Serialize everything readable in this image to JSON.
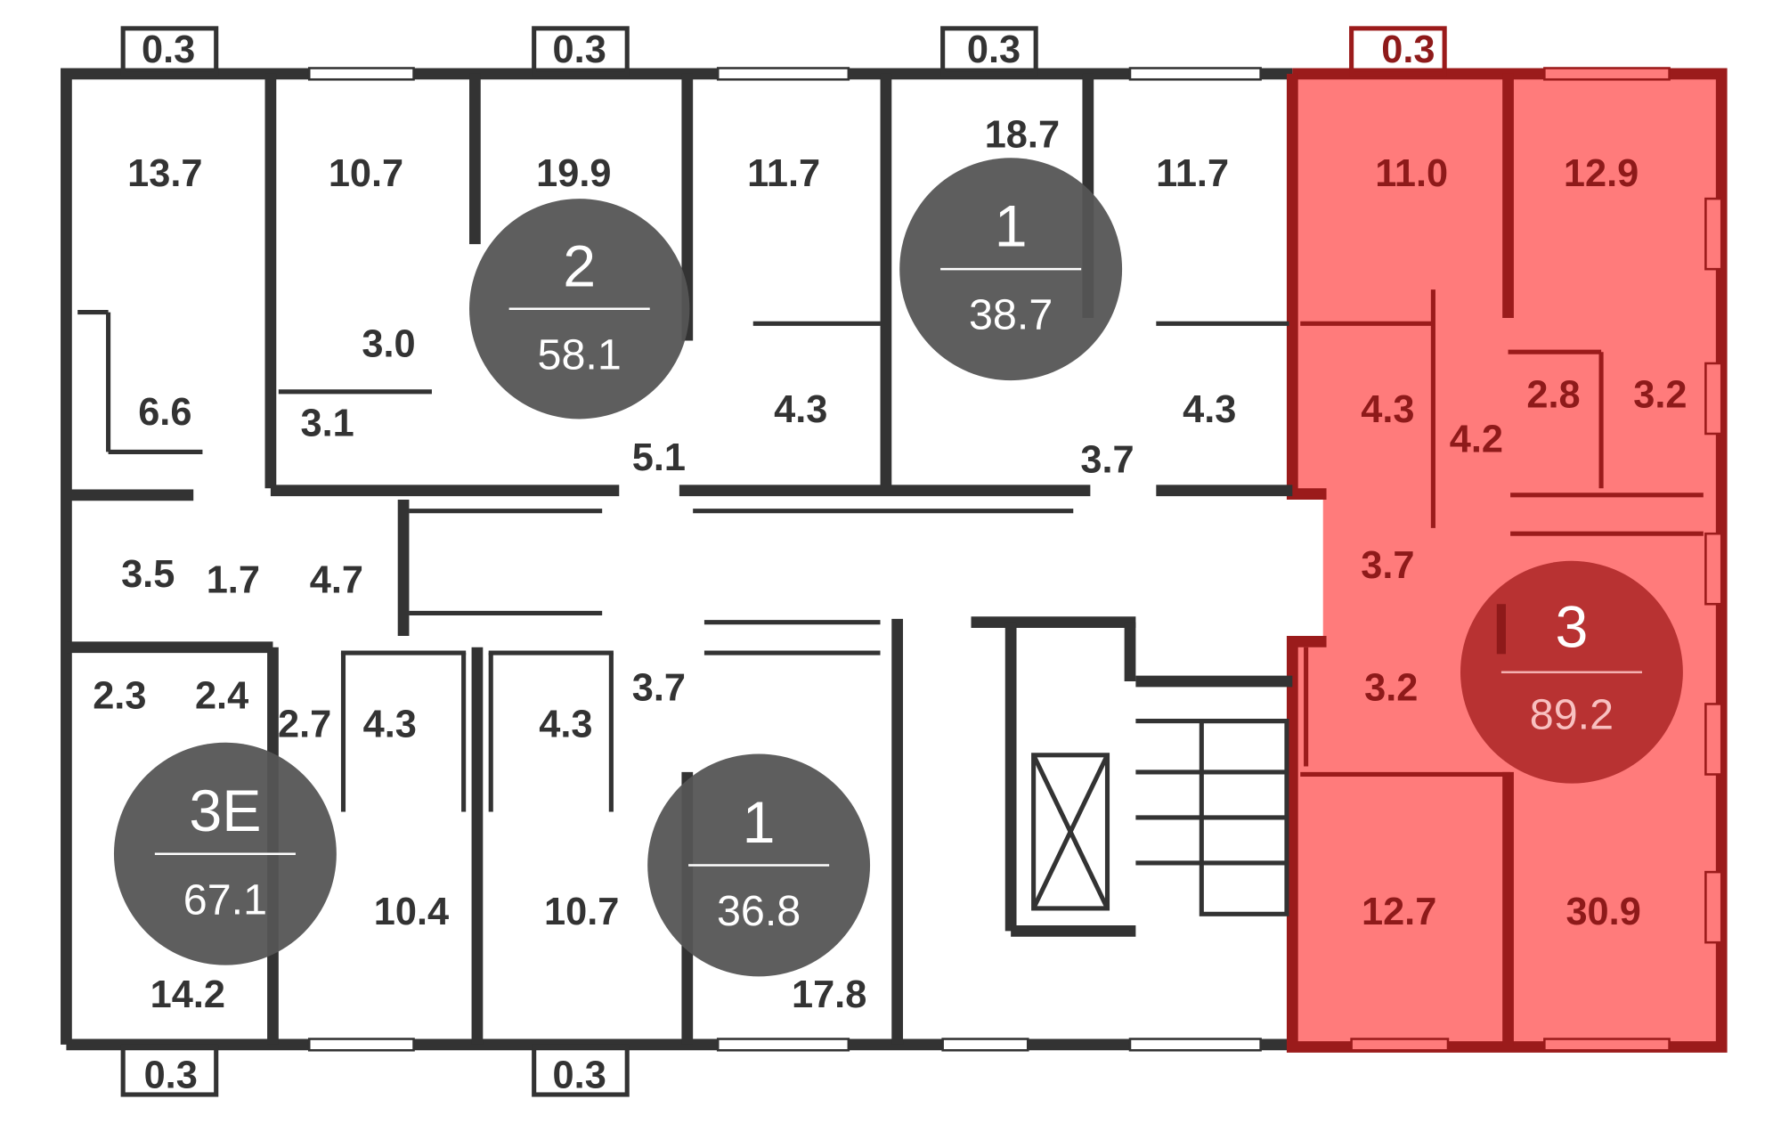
{
  "colors": {
    "wall": "#333333",
    "highlight_fill": "#ff7b7b",
    "highlight_wall": "#9b1b1b",
    "badge": "#555555",
    "badge_highlight": "#b83232"
  },
  "balconies": [
    "0.3",
    "0.3",
    "0.3",
    "0.3",
    "0.3",
    "0.3"
  ],
  "rooms": [
    "13.7",
    "10.7",
    "19.9",
    "11.7",
    "18.7",
    "11.7",
    "11.0",
    "12.9",
    "6.6",
    "3.0",
    "3.1",
    "4.3",
    "5.1",
    "4.3",
    "3.7",
    "4.3",
    "4.2",
    "2.8",
    "3.2",
    "3.5",
    "1.7",
    "4.7",
    "3.7",
    "3.2",
    "2.3",
    "2.4",
    "2.7",
    "4.3",
    "4.3",
    "3.7",
    "10.4",
    "10.7",
    "12.7",
    "30.9",
    "14.2",
    "17.8"
  ],
  "apartments": [
    {
      "rooms": "2",
      "area": "58.1"
    },
    {
      "rooms": "1",
      "area": "38.7"
    },
    {
      "rooms": "3E",
      "area": "67.1"
    },
    {
      "rooms": "1",
      "area": "36.8"
    },
    {
      "rooms": "3",
      "area": "89.2",
      "selected": true
    }
  ]
}
